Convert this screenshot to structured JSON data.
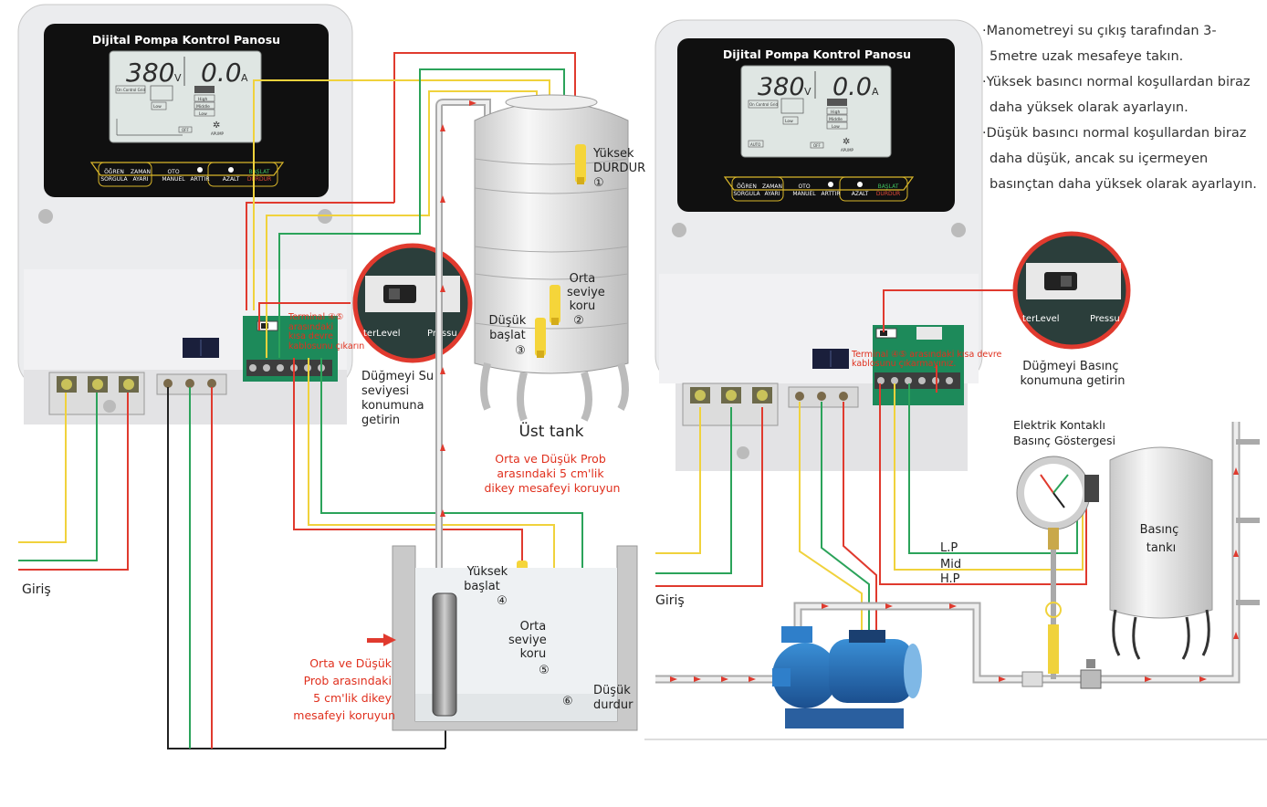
{
  "panel": {
    "title": "Dijital Pompa Kontrol Panosu",
    "voltage": "380",
    "voltage_unit": "V",
    "current": "0.0",
    "current_unit": "A",
    "lcd_small": {
      "on_control": "On Control Grid",
      "low": "Low",
      "high": "High",
      "middle": "Middle",
      "auto": "AUTO",
      "off": "OFF",
      "apump": "APUMP"
    },
    "buttons": [
      {
        "line1": "ÖĞREN",
        "line2": "SORGULA"
      },
      {
        "line1": "ZAMAN",
        "line2": "AYARI"
      },
      {
        "line1": "OTO",
        "line2": "MANUEL"
      },
      {
        "line1": "ARTTIR",
        "line2": ""
      },
      {
        "line1": "AZALT",
        "line2": ""
      },
      {
        "line1": "BAŞLAT",
        "line2": "DURDUR"
      }
    ]
  },
  "left": {
    "switch_labels": {
      "left": "terLevel",
      "right": "Pressu"
    },
    "terminal_note": [
      "Terminal ④⑤",
      "arasındaki",
      "kısa devre",
      "kablosunu çıkarın"
    ],
    "switch_note": [
      "Düğmeyi Su",
      "seviyesi",
      "konumuna",
      "getirin"
    ],
    "input_label": "Giriş",
    "upper_tank_label": "Üst tank",
    "probes": {
      "p1": [
        "Yüksek",
        "DURDUR",
        "①"
      ],
      "p2": [
        "Orta",
        "seviye",
        "koru",
        "②"
      ],
      "p3": [
        "Düşük",
        "başlat",
        "③"
      ],
      "p4": [
        "Yüksek",
        "başlat",
        "④"
      ],
      "p5": [
        "Orta",
        "seviye",
        "koru",
        "⑤"
      ],
      "p6": [
        "⑥",
        "Düşük",
        "durdur"
      ]
    },
    "upper_note": [
      "Orta ve Düşük Prob",
      "arasındaki 5 cm'lik",
      "dikey mesafeyi koruyun"
    ],
    "lower_note": [
      "Orta ve Düşük",
      "Prob arasındaki",
      "5 cm'lik dikey",
      "mesafeyi koruyun"
    ]
  },
  "right": {
    "notes": [
      "·Manometreyi su çıkış tarafından 3-5metre uzak mesafeye takın.",
      "·Yüksek basıncı normal koşullardan biraz daha yüksek olarak ayarlayın.",
      "·Düşük basıncı normal koşullardan biraz daha düşük, ancak su içermeyen basınçtan daha yüksek olarak ayarlayın."
    ],
    "switch_labels": {
      "left": "terLevel",
      "right": "Pressu"
    },
    "terminal_note": [
      "Terminal ④⑤ arasındaki kısa devre",
      "kablosunu çıkarmayınız."
    ],
    "switch_note": [
      "Düğmeyi Basınç",
      "konumuna getirin"
    ],
    "gauge_label": [
      "Elektrik Kontaklı",
      "Basınç Göstergesi"
    ],
    "pressure_labels": [
      "L.P",
      "Mid",
      "H.P"
    ],
    "tank_label": [
      "Basınç",
      "tankı"
    ],
    "input_label": "Giriş"
  },
  "colors": {
    "red": "#e03a2e",
    "yellow": "#f0d23c",
    "green": "#2ba35a",
    "lcd": "#dfe6e3",
    "panel_dark": "#101010",
    "note_red": "#e0301e"
  }
}
